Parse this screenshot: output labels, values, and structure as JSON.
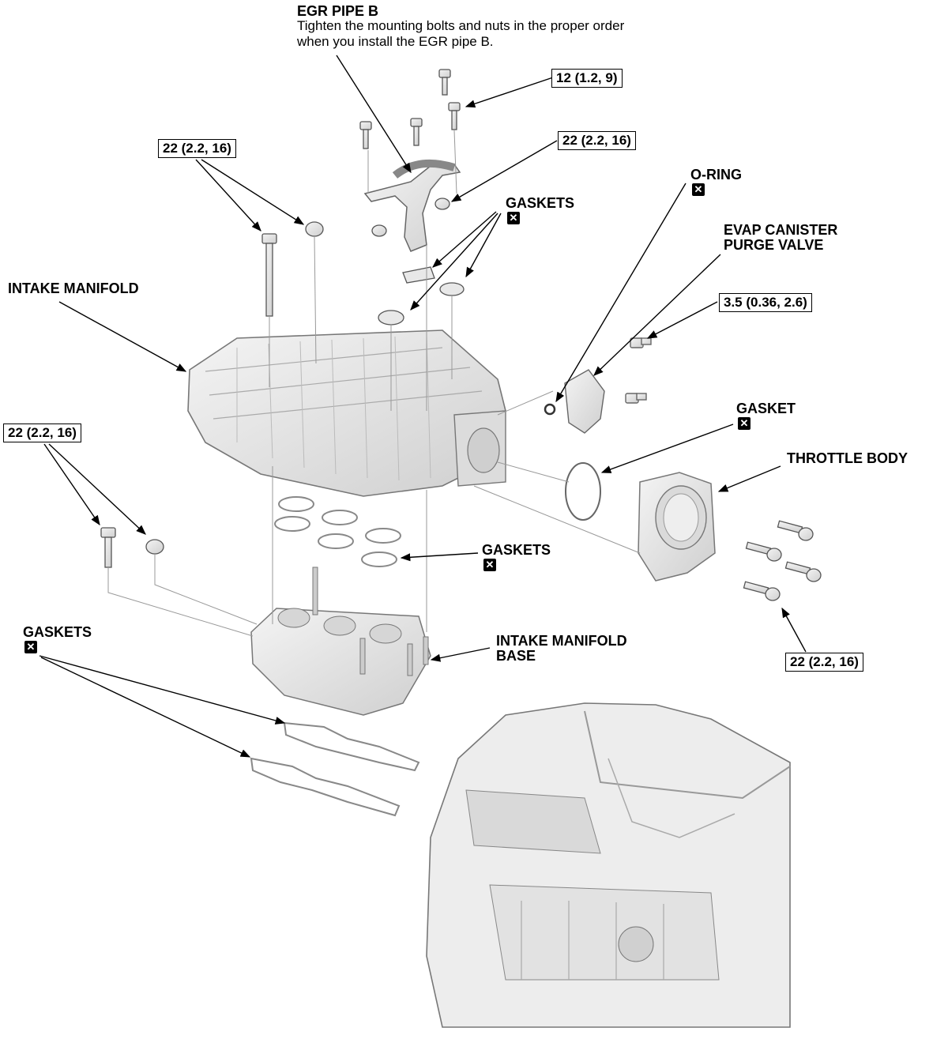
{
  "labels": {
    "egr_pipe_b": "EGR PIPE B",
    "egr_note_1": "Tighten the mounting bolts and nuts in the proper order",
    "egr_note_2": "when you install the EGR pipe B.",
    "intake_manifold": "INTAKE MANIFOLD",
    "o_ring": "O-RING",
    "evap_1": "EVAP CANISTER",
    "evap_2": "PURGE VALVE",
    "gaskets_top": "GASKETS",
    "gasket_throttle": "GASKET",
    "throttle_body": "THROTTLE BODY",
    "gaskets_mid": "GASKETS",
    "gaskets_lower": "GASKETS",
    "imb_1": "INTAKE MANIFOLD",
    "imb_2": "BASE"
  },
  "torques": {
    "egr_bolt": "12 (1.2, 9)",
    "egr_nut": "22 (2.2, 16)",
    "manifold_upper": "22 (2.2, 16)",
    "manifold_lower": "22 (2.2, 16)",
    "evap": "3.5 (0.36, 2.6)",
    "throttle": "22 (2.2, 16)"
  },
  "icons": {
    "replace_symbol": "✕",
    "replace_icon_name": "replace-part-icon"
  }
}
